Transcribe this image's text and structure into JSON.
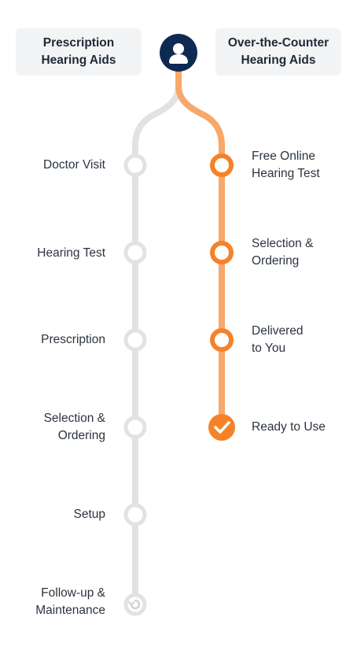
{
  "headers": {
    "prescription": [
      "Prescription",
      "Hearing Aids"
    ],
    "otc": [
      "Over-the-Counter",
      "Hearing Aids"
    ]
  },
  "avatar": {
    "icon": "person-icon",
    "color": "#0f2a52"
  },
  "prescription_steps": [
    {
      "lines": [
        "Doctor Visit"
      ]
    },
    {
      "lines": [
        "Hearing Test"
      ]
    },
    {
      "lines": [
        "Prescription"
      ]
    },
    {
      "lines": [
        "Selection &",
        "Ordering"
      ]
    },
    {
      "lines": [
        "Setup"
      ]
    },
    {
      "lines": [
        "Follow-up &",
        "Maintenance"
      ],
      "icon": "refresh-icon"
    }
  ],
  "otc_steps": [
    {
      "lines": [
        "Free Online",
        "Hearing Test"
      ]
    },
    {
      "lines": [
        "Selection &",
        "Ordering"
      ]
    },
    {
      "lines": [
        "Delivered",
        "to You"
      ]
    },
    {
      "lines": [
        "Ready to Use"
      ],
      "icon": "checkmark-icon"
    }
  ],
  "colors": {
    "prescription_track": "#e1e2e4",
    "otc_track": "#f7a86a",
    "otc_node": "#f5822a",
    "header_bg": "#f3f4f5"
  }
}
